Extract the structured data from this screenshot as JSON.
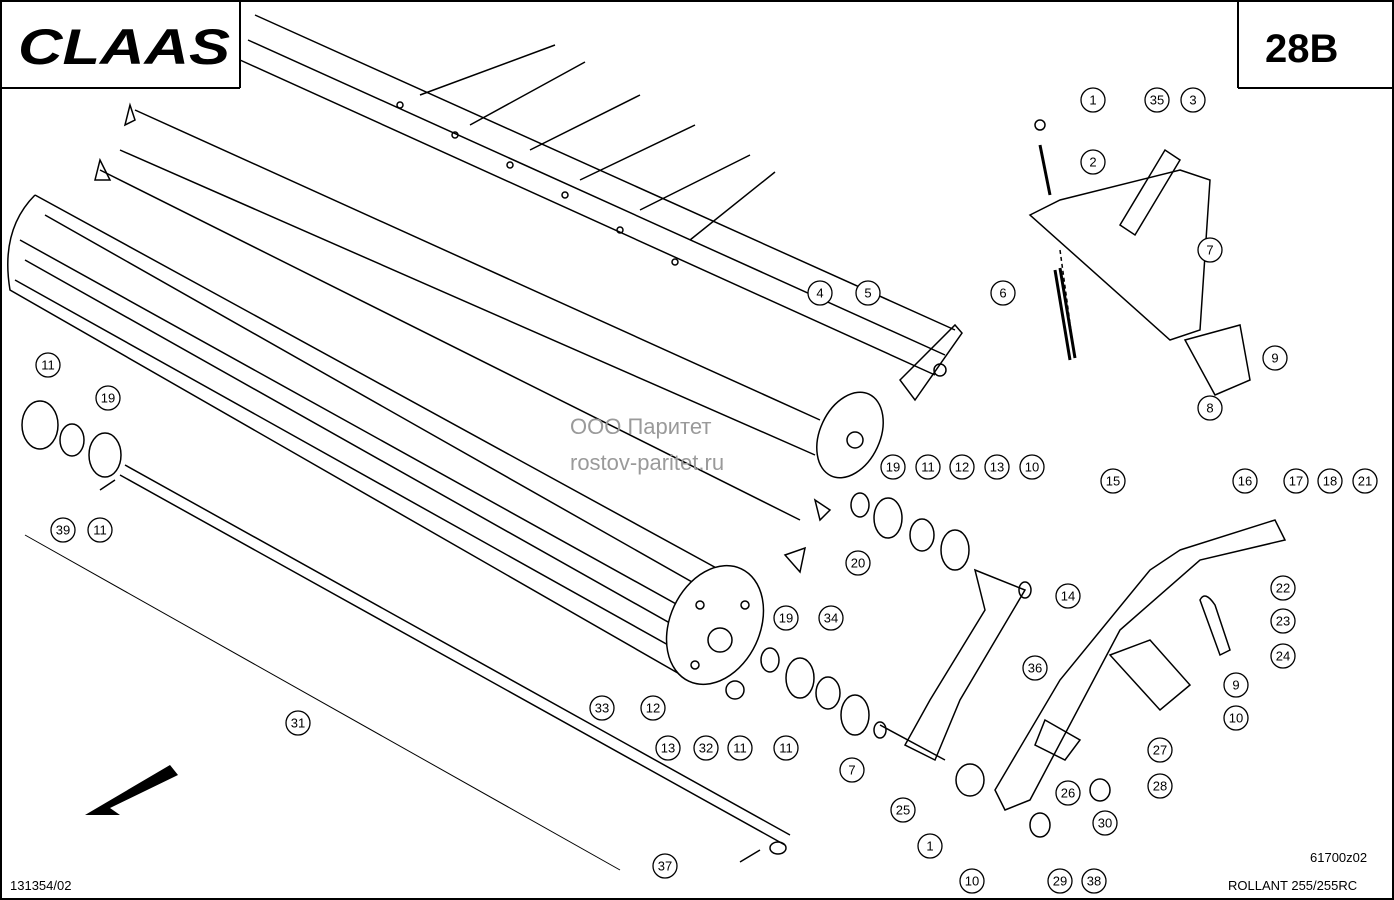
{
  "header": {
    "brand": "CLAAS",
    "page_code": "28B"
  },
  "footer": {
    "left_code": "131354/02",
    "drawing_number": "61700z02",
    "model": "ROLLANT 255/255RC"
  },
  "watermark": {
    "line1": "ООО Паритет",
    "line2": "rostov-paritet.ru"
  },
  "callouts": [
    "1",
    "2",
    "3",
    "35",
    "7",
    "6",
    "8",
    "9",
    "4",
    "5",
    "11",
    "19",
    "39",
    "11",
    "19",
    "11",
    "12",
    "13",
    "10",
    "20",
    "14",
    "15",
    "16",
    "17",
    "18",
    "21",
    "22",
    "23",
    "24",
    "9",
    "10",
    "19",
    "34",
    "33",
    "12",
    "13",
    "32",
    "11",
    "11",
    "7",
    "36",
    "31",
    "25",
    "26",
    "27",
    "28",
    "30",
    "1",
    "10",
    "29",
    "38",
    "37"
  ]
}
